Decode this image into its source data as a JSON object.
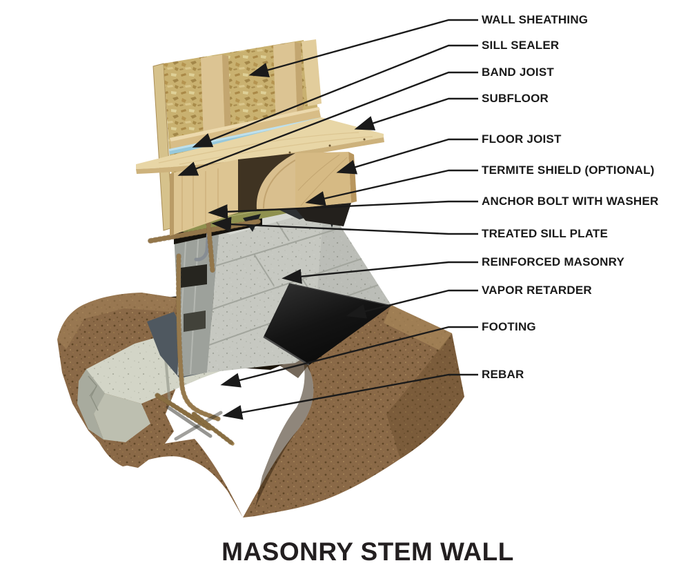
{
  "title": "MASONRY STEM WALL",
  "diagram": {
    "description": "Cutaway 3D construction detail of a masonry stem wall foundation with wood floor framing above",
    "labels": [
      {
        "text": "WALL SHEATHING",
        "target": "osb-wall-sheathing"
      },
      {
        "text": "SILL SEALER",
        "target": "sill-sealer"
      },
      {
        "text": "BAND JOIST",
        "target": "band-joist"
      },
      {
        "text": "SUBFLOOR",
        "target": "subfloor"
      },
      {
        "text": "FLOOR JOIST",
        "target": "floor-joist"
      },
      {
        "text": "TERMITE SHIELD (OPTIONAL)",
        "target": "termite-shield"
      },
      {
        "text": "ANCHOR BOLT WITH WASHER",
        "target": "anchor-bolt"
      },
      {
        "text": "TREATED SILL PLATE",
        "target": "treated-sill-plate"
      },
      {
        "text": "REINFORCED MASONRY",
        "target": "masonry-stem-wall"
      },
      {
        "text": "VAPOR RETARDER",
        "target": "vapor-retarder"
      },
      {
        "text": "FOOTING",
        "target": "footing"
      },
      {
        "text": "REBAR",
        "target": "rebar"
      }
    ],
    "colors": {
      "background": "#ffffff",
      "leader_line": "#1a1a1a",
      "label_text": "#1a1a1a",
      "osb_sheathing": "#c9b170",
      "framing_lumber": "#ddc493",
      "subfloor_plywood": "#e8d6a6",
      "sill_sealer_blue": "#97c9dc",
      "treated_plate_green": "#a8a964",
      "concrete_block": "#c6c8c1",
      "footing_concrete": "#d3d5c7",
      "soil_brown": "#8a6947",
      "vapor_retarder_black": "#161616",
      "rebar_tan": "#b29260",
      "metal_gray": "#b9bec3"
    }
  }
}
